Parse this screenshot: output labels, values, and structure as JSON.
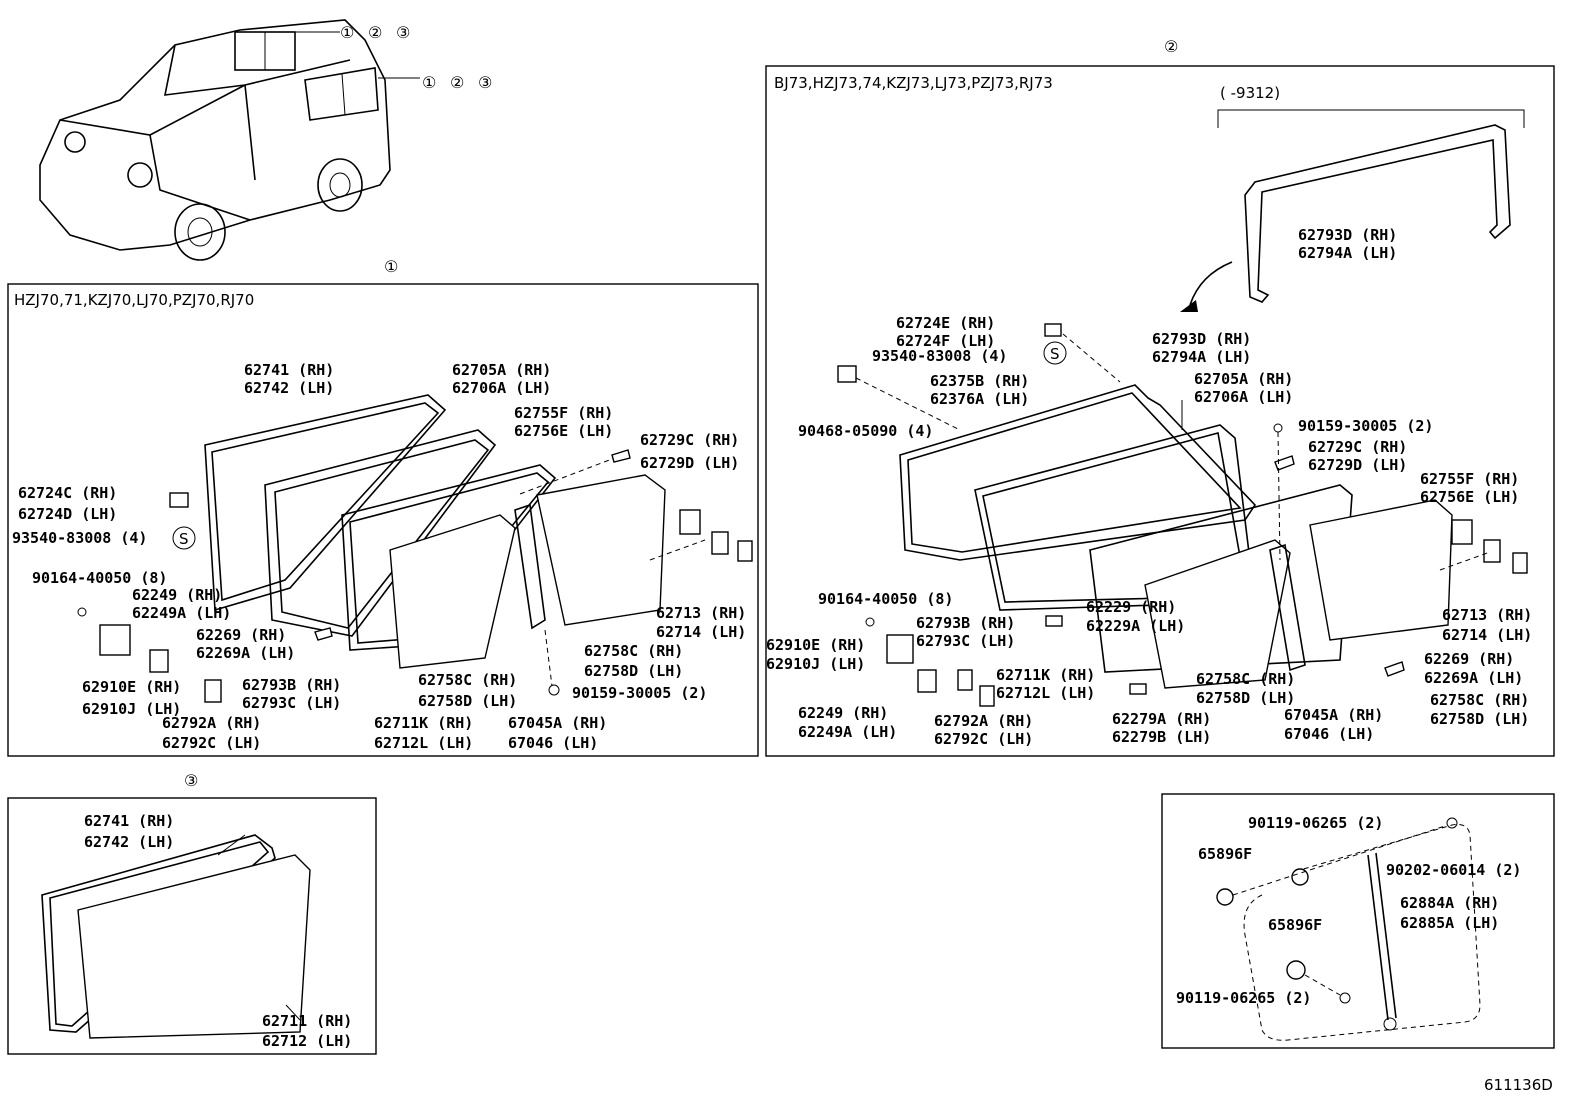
{
  "diagram_id": "611136D",
  "callouts": {
    "top_set_1": [
      "①",
      "②",
      "③"
    ],
    "top_set_2": [
      "①",
      "②",
      "③"
    ],
    "section_1": "①",
    "section_2": "②",
    "section_3": "③"
  },
  "section_1": {
    "models": "HZJ70,71,KZJ70,LJ70,PZJ70,RJ70",
    "labels": [
      "62741 (RH)",
      "62742 (LH)",
      "62705A (RH)",
      "62706A (LH)",
      "62755F (RH)",
      "62756E (LH)",
      "62729C (RH)",
      "62729D (LH)",
      "62724C (RH)",
      "62724D (LH)",
      "93540-83008 (4)",
      "S",
      "90164-40050 (8)",
      "62249  (RH)",
      "62249A (LH)",
      "62269  (RH)",
      "62269A (LH)",
      "62910E (RH)",
      "62910J (LH)",
      "62793B (RH)",
      "62793C (LH)",
      "62792A (RH)",
      "62792C (LH)",
      "62713 (RH)",
      "62714 (LH)",
      "62758C (RH)",
      "62758D (LH)",
      "62758C (RH)",
      "62758D (LH)",
      "90159-30005 (2)",
      "62711K (RH)",
      "62712L (LH)",
      "67045A (RH)",
      "67046  (LH)"
    ]
  },
  "section_2": {
    "models": "BJ73,HZJ73,74,KZJ73,LJ73,PZJ73,RJ73",
    "range": "(     -9312)",
    "labels": [
      "62793D (RH)",
      "62794A (LH)",
      "62724E (RH)",
      "62724F (LH)",
      "93540-83008 (4)",
      "S",
      "62793D (RH)",
      "62794A (LH)",
      "62375B (RH)",
      "62376A (LH)",
      "62705A (RH)",
      "62706A (LH)",
      "90468-05090 (4)",
      "90159-30005 (2)",
      "62729C (RH)",
      "62729D (LH)",
      "62755F (RH)",
      "62756E (LH)",
      "90164-40050 (8)",
      "62229  (RH)",
      "62229A (LH)",
      "62793B (RH)",
      "62793C (LH)",
      "62910E (RH)",
      "62910J (LH)",
      "62713 (RH)",
      "62714 (LH)",
      "62711K (RH)",
      "62712L (LH)",
      "62758C (RH)",
      "62758D (LH)",
      "62269  (RH)",
      "62269A (LH)",
      "62249  (RH)",
      "62249A (LH)",
      "62792A (RH)",
      "62792C (LH)",
      "62279A (RH)",
      "62279B (LH)",
      "67045A (RH)",
      "67046  (LH)",
      "62758C (RH)",
      "62758D (LH)"
    ]
  },
  "section_3": {
    "labels": [
      "62741 (RH)",
      "62742 (LH)",
      "62711 (RH)",
      "62712 (LH)"
    ]
  },
  "detail": {
    "labels": [
      "90119-06265 (2)",
      "65896F",
      "90202-06014 (2)",
      "62884A (RH)",
      "62885A (LH)",
      "65896F",
      "90119-06265 (2)"
    ]
  }
}
